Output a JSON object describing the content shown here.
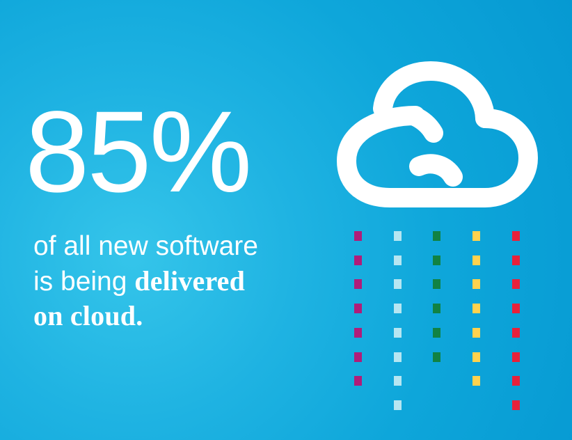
{
  "headline": {
    "stat": "85%",
    "line1": "of all new software",
    "line2_regular": "is being ",
    "line2_bold": "delivered",
    "line3_bold": "on cloud."
  },
  "icons": {
    "cloud": "cloud-icon",
    "rain": "data-rain"
  },
  "colors": {
    "background": "#0aa2d8",
    "text": "#ffffff",
    "rain": [
      "#b01d79",
      "#b6e6f2",
      "#118243",
      "#ffd24e",
      "#e7213a"
    ]
  },
  "rain_columns": [
    {
      "color": "#b01d79",
      "count": 7
    },
    {
      "color": "#b6e6f2",
      "count": 8
    },
    {
      "color": "#118243",
      "count": 6
    },
    {
      "color": "#ffd24e",
      "count": 7
    },
    {
      "color": "#e7213a",
      "count": 8
    }
  ]
}
